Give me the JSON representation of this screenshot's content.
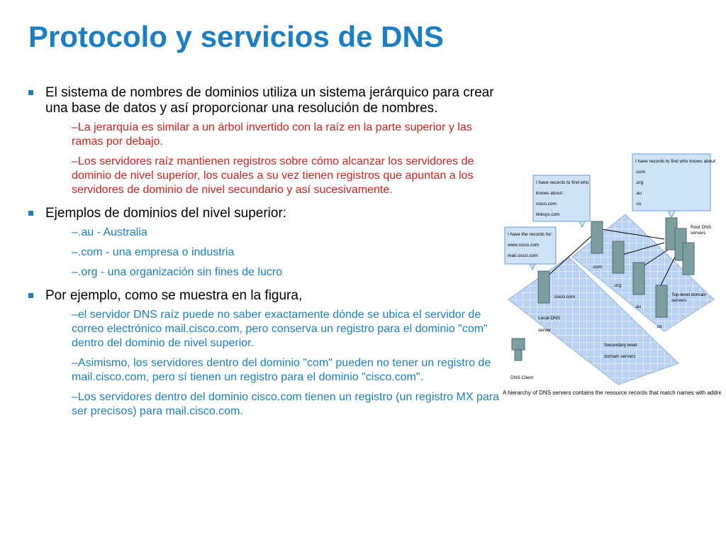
{
  "slide": {
    "title": "Protocolo y servicios de DNS"
  },
  "bullets": [
    {
      "text": "El sistema de nombres de dominios utiliza un sistema jerárquico para crear una base de datos y así proporcionar una resolución de nombres.",
      "subs": [
        {
          "text": "–La jerarquía es similar a un árbol invertido con la raíz en la parte superior y las ramas por debajo.",
          "color": "red"
        },
        {
          "text": "–Los servidores raíz mantienen registros sobre cómo alcanzar los servidores de dominio de nivel superior, los cuales a su vez tienen registros que apuntan a los servidores de dominio de nivel secundario y así sucesivamente.",
          "color": "red"
        }
      ]
    },
    {
      "text": "Ejemplos de dominios del nivel superior:",
      "subs": [
        {
          "text": "–.au - Australia",
          "color": "blue"
        },
        {
          "text": "–.com - una empresa o industria",
          "color": "blue"
        },
        {
          "text": "–.org - una organización sin fines de lucro",
          "color": "blue"
        }
      ]
    },
    {
      "text": "Por ejemplo, como se muestra en la figura,",
      "subs": [
        {
          "text": "–el servidor DNS raíz puede no saber exactamente dónde se ubica el servidor de correo electrónico mail.cisco.com, pero conserva un registro para el dominio \"com\" dentro del dominio de nivel superior.",
          "color": "blue"
        },
        {
          "text": "–Asimismo, los servidores dentro del dominio \"com\" pueden no tener un registro de mail.cisco.com, pero sí tienen un registro para el dominio \"cisco.com\".",
          "color": "blue"
        },
        {
          "text": "–Los servidores dentro del dominio cisco.com tienen un registro (un registro MX para ser precisos) para mail.cisco.com.",
          "color": "blue"
        }
      ]
    }
  ],
  "figure": {
    "bubble_root": [
      "I have records to find who knows about:",
      ".com",
      ".org",
      ".au",
      ".co"
    ],
    "bubble_com": [
      "I have records to find who",
      "knows about:",
      "cisco.com",
      "linksys.com"
    ],
    "bubble_local": [
      "I have the records for:",
      "www.cisco.com",
      "mail.cisco.com"
    ],
    "label_root": [
      "Root DNS",
      "servers"
    ],
    "label_tld": [
      "Top-level domain",
      "servers"
    ],
    "label_com": ".com",
    "label_org": ".org",
    "label_au": ".au",
    "label_co": ".co",
    "label_cisco": "cisco.com",
    "label_local": [
      "Local DNS",
      "server"
    ],
    "label_secondary": [
      "Secondary level",
      "domain servers"
    ],
    "label_client": "DNS Client",
    "caption": "A hierarchy of DNS servers contains the resource records that match names with addresses."
  }
}
